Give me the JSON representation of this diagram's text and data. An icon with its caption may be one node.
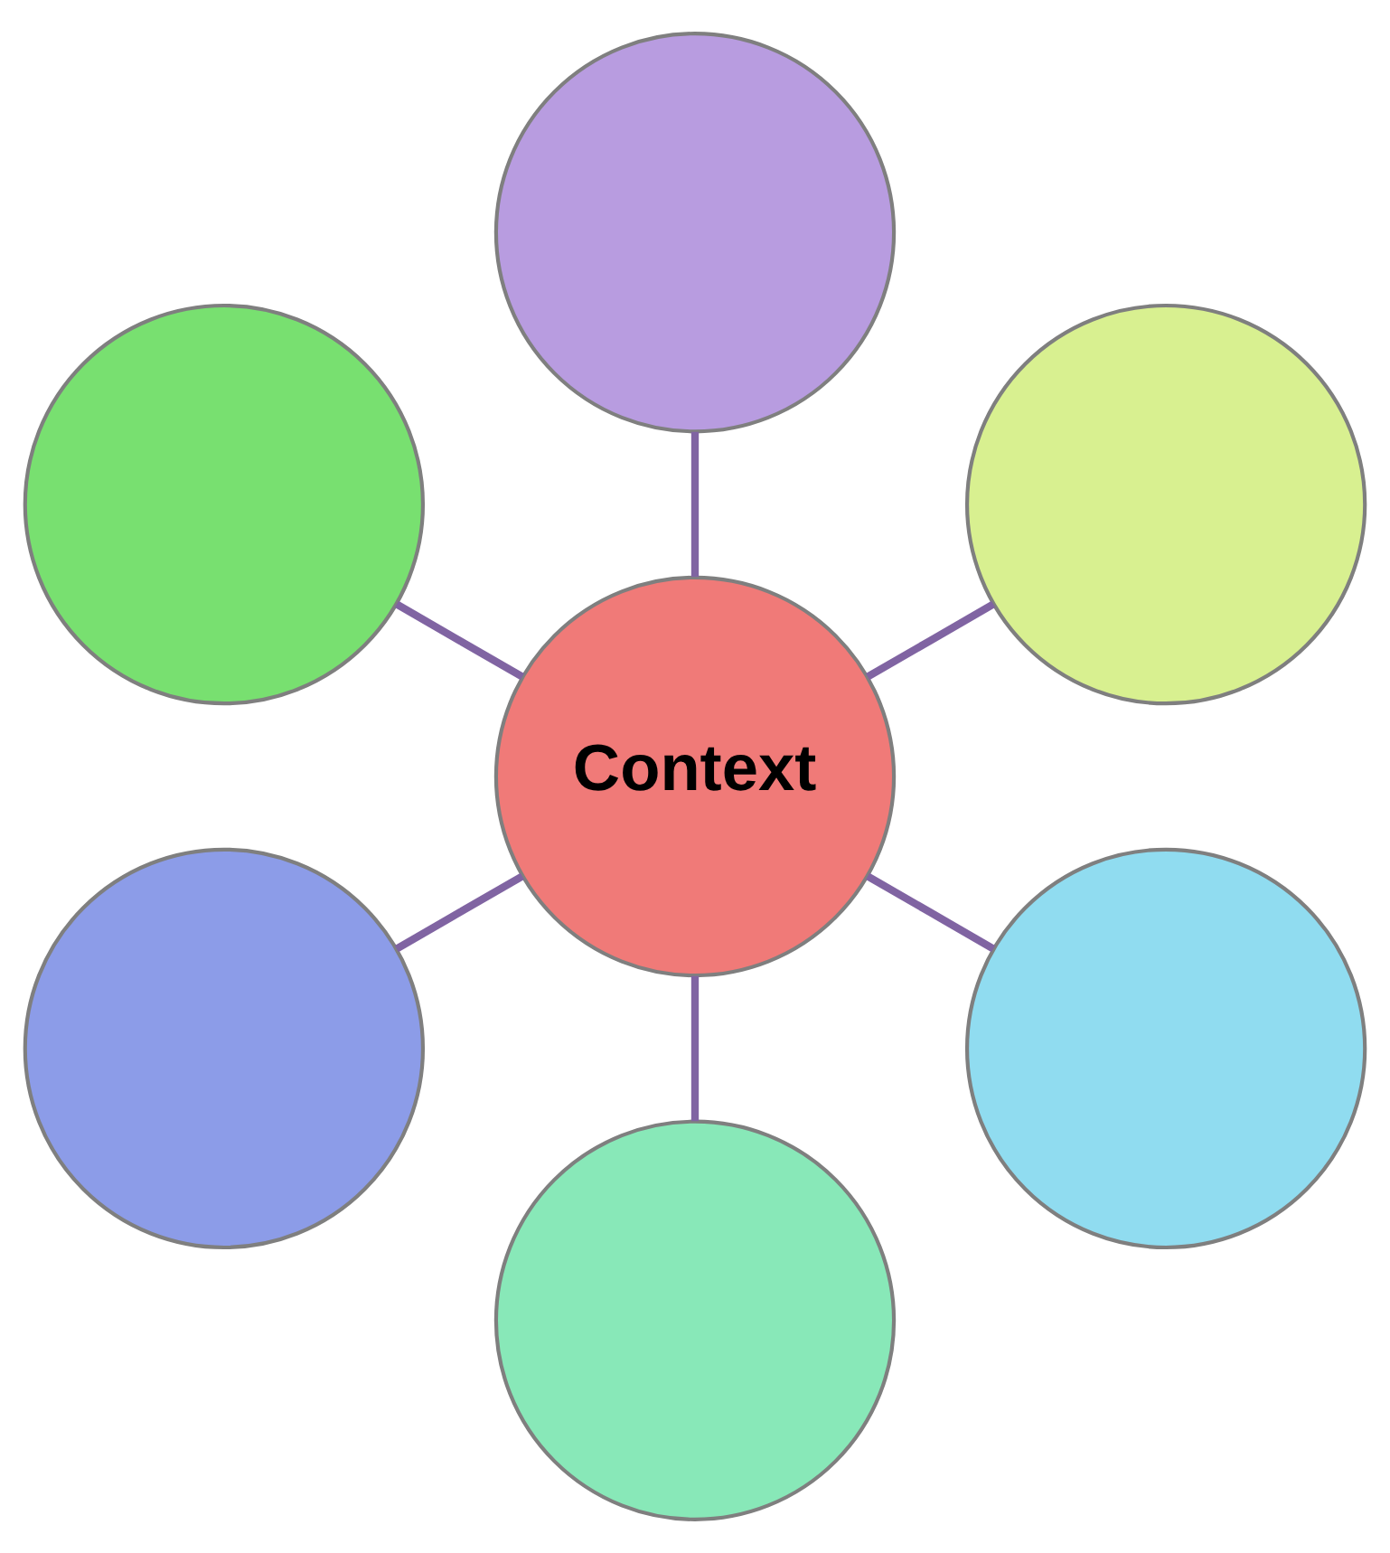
{
  "diagram": {
    "nodes": [
      {
        "text": [
          "Context"
        ]
      },
      {
        "text": [],
        "shape": "circle"
      },
      {
        "text": [],
        "shape": "circle"
      },
      {
        "text": [],
        "shape": "circle"
      },
      {
        "text": [],
        "shape": "circle"
      },
      {
        "text": [],
        "shape": "circle"
      },
      {
        "text": [],
        "shape": "circle"
      }
    ],
    "edges": [
      {
        "from": 0,
        "to": 1,
        "arrow": "none"
      },
      {
        "from": 0,
        "to": 2,
        "arrow": "none"
      },
      {
        "from": 0,
        "to": 3,
        "arrow": "none"
      },
      {
        "from": 0,
        "to": 4,
        "arrow": "none"
      },
      {
        "from": 0,
        "to": 5,
        "arrow": "none"
      },
      {
        "from": 0,
        "to": 6,
        "arrow": "none"
      }
    ]
  }
}
